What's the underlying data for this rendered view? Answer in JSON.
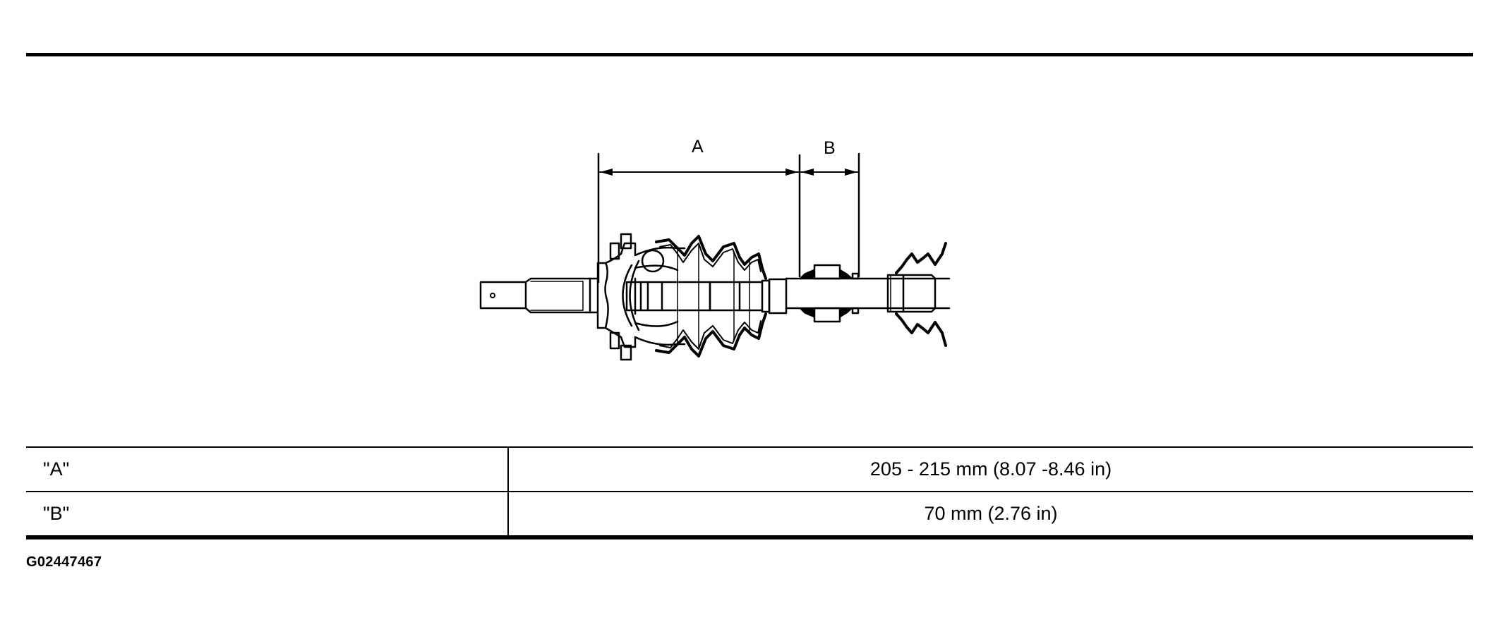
{
  "document": {
    "figure_id": "G02447467"
  },
  "diagram": {
    "subject": "drive-shaft-assembly",
    "dimension_labels": {
      "a": "A",
      "b": "B"
    }
  },
  "spec_table": {
    "rows": [
      {
        "label": "\"A\"",
        "value": "205 - 215 mm (8.07 -8.46 in)"
      },
      {
        "label": "\"B\"",
        "value": "70 mm (2.76 in)"
      }
    ]
  },
  "colors": {
    "ink": "#000000",
    "paper": "#ffffff"
  }
}
